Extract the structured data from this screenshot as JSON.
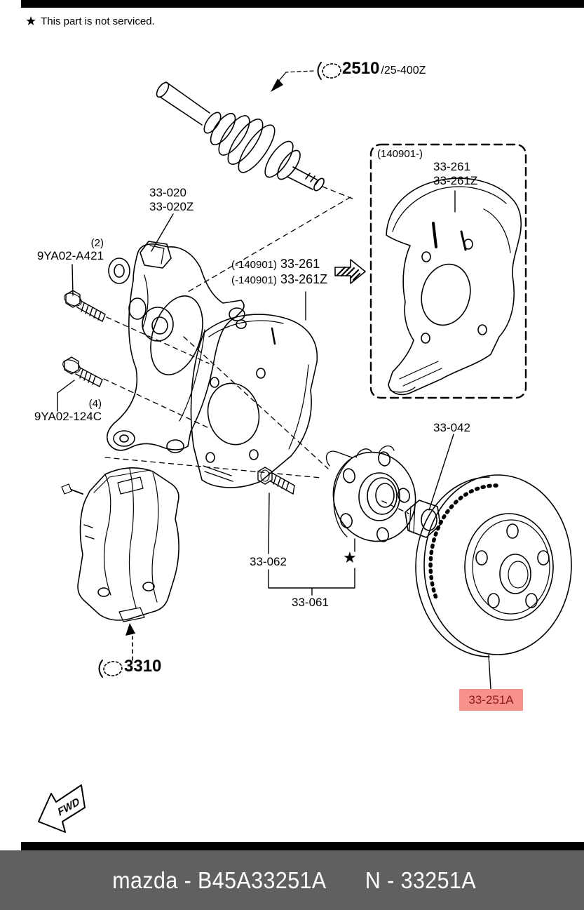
{
  "note": {
    "star": "★",
    "text": "This part is not serviced."
  },
  "parts": {
    "axle_ref": {
      "num": "2510",
      "sub": "/25-400Z"
    },
    "knuckle": {
      "line1": "33-020",
      "line2": "33-020Z"
    },
    "bolt_upper": {
      "qty": "(2)",
      "num": "9YA02-A421"
    },
    "bolt_lower": {
      "qty": "(4)",
      "num": "9YA02-124C"
    },
    "shield_old": {
      "prefix": "(-140901)",
      "line1": "33-261",
      "line2": "33-261Z"
    },
    "shield_new": {
      "date": "(140901-)",
      "line1": "33-261",
      "line2": "33-261Z"
    },
    "hub_nut": "33-042",
    "hub_bolt": "33-062",
    "hub_assembly": "33-061",
    "caliper_ref": "3310",
    "brake_disc": "33-251A",
    "not_serviced_star": "★",
    "fwd": "FWD"
  },
  "footer": {
    "brand_part": "mazda - B45A33251A",
    "catalog_num": "N - 33251A"
  },
  "colors": {
    "highlight_bg": "#f8918c",
    "highlight_text": "#8b1a13",
    "footer_bg": "#606060",
    "bar": "#000000",
    "line": "#000000"
  }
}
